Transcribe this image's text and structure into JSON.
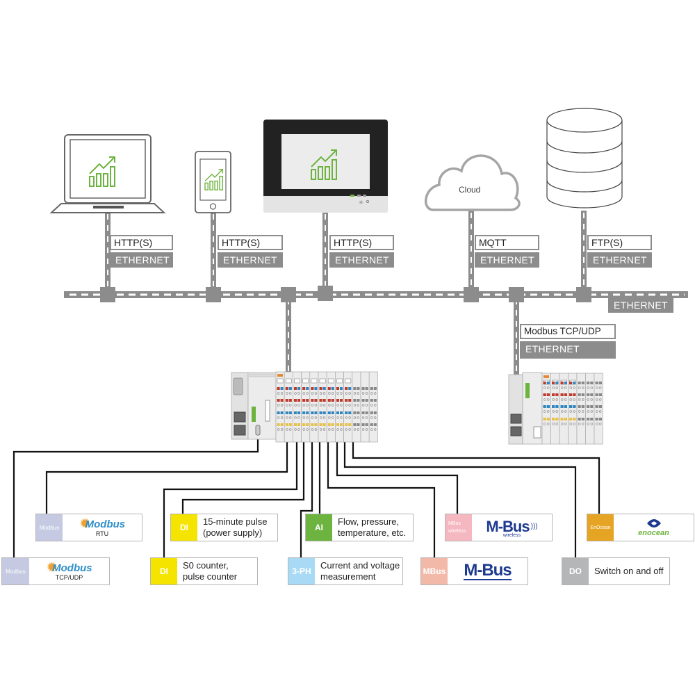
{
  "devices": [
    {
      "name": "laptop",
      "protocol": "HTTP(S)",
      "medium": "ETHERNET"
    },
    {
      "name": "smartphone",
      "protocol": "HTTP(S)",
      "medium": "ETHERNET"
    },
    {
      "name": "touch-panel",
      "protocol": "HTTP(S)",
      "medium": "ETHERNET"
    },
    {
      "name": "cloud",
      "label": "Cloud",
      "protocol": "MQTT",
      "medium": "ETHERNET"
    },
    {
      "name": "database",
      "protocol": "FTP(S)",
      "medium": "ETHERNET"
    }
  ],
  "backbone": {
    "medium": "ETHERNET"
  },
  "secondary_controller": {
    "protocol": "Modbus TCP/UDP",
    "medium": "ETHERNET"
  },
  "field_devices": [
    {
      "tag": "Modbus",
      "logo_text": "Modbus",
      "sub": "RTU",
      "tag_color": "#c5c9e2"
    },
    {
      "tag": "Modbus",
      "logo_text": "Modbus",
      "sub": "TCP/UDP",
      "tag_color": "#c5c9e2"
    },
    {
      "tag": "DI",
      "text_line1": "15-minute pulse",
      "text_line2": "(power supply)",
      "tag_color": "#f5e400"
    },
    {
      "tag": "DI",
      "text_line1": "S0 counter,",
      "text_line2": "pulse counter",
      "tag_color": "#f5e400"
    },
    {
      "tag": "AI",
      "text_line1": "Flow, pressure,",
      "text_line2": "temperature, etc.",
      "tag_color": "#6cb33f"
    },
    {
      "tag": "3-PH",
      "text_line1": "Current and voltage",
      "text_line2": "measurement",
      "tag_color": "#a8daf5"
    },
    {
      "tag_line1": "MBus",
      "tag_line2": "wireless",
      "logo_text": "M-Bus",
      "sub": "wireless",
      "tag_color": "#f5b8c0"
    },
    {
      "tag": "MBus",
      "logo_text": "M-Bus",
      "tag_color": "#f2b8a8"
    },
    {
      "tag": "EnOcean",
      "logo_text": "enocean",
      "tag_color": "#e5a423"
    },
    {
      "tag": "DO",
      "text_line1": "Switch on and off",
      "tag_color": "#b5b6b8"
    }
  ],
  "colors": {
    "bus_gray": "#8c8c8c",
    "chart_green": "#6cb33f",
    "mbus_blue": "#1d3a8f",
    "modbus_blue": "#2f8fc9",
    "enocean_green": "#6cb33f"
  }
}
